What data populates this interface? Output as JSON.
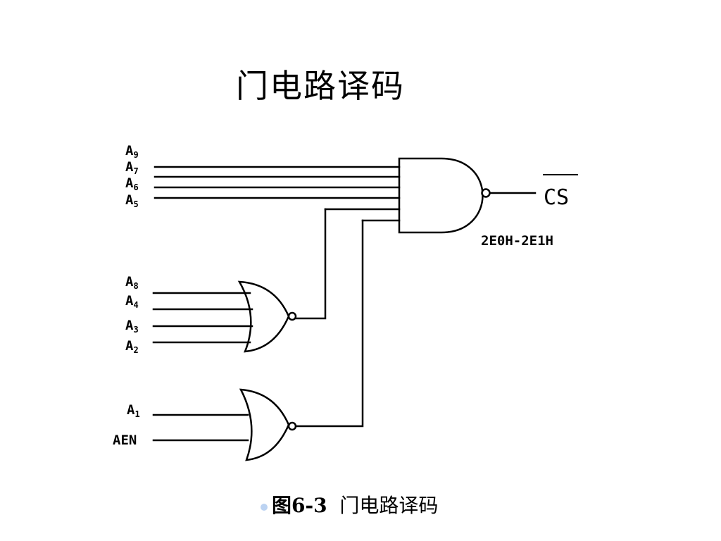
{
  "title": "门电路译码",
  "caption": {
    "fig_id": "图6-3",
    "text": "门电路译码"
  },
  "nand_inputs": [
    {
      "base": "A",
      "sub": "9"
    },
    {
      "base": "A",
      "sub": "7"
    },
    {
      "base": "A",
      "sub": "6"
    },
    {
      "base": "A",
      "sub": "5"
    }
  ],
  "nor1_inputs": [
    {
      "base": "A",
      "sub": "8"
    },
    {
      "base": "A",
      "sub": "4"
    },
    {
      "base": "A",
      "sub": "3"
    },
    {
      "base": "A",
      "sub": "2"
    }
  ],
  "nor2_inputs": [
    {
      "base": "A",
      "sub": "1"
    },
    {
      "base": "AEN",
      "sub": ""
    }
  ],
  "output": {
    "label": "CS",
    "address": "2E0H-2E1H"
  }
}
